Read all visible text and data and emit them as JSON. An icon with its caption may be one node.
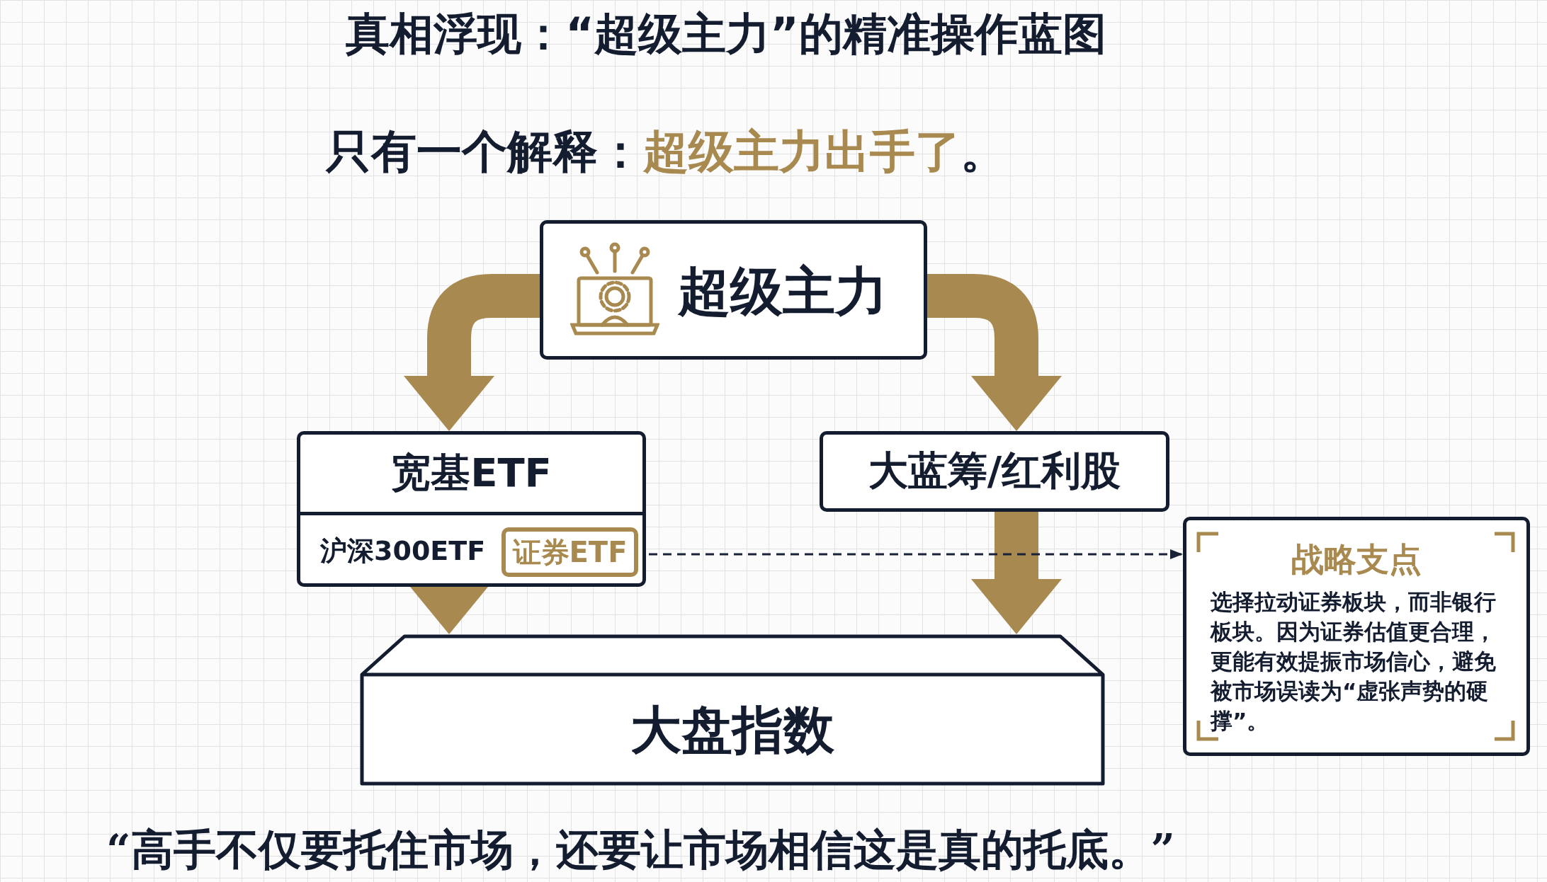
{
  "diagram": {
    "title": "真相浮现：“超级主力”的精准操作蓝图",
    "caption": "“高手不仅要托住市场，还要让市场相信这是真的托底。”",
    "nodes": [
      {
        "text": [
          "超级主力"
        ]
      },
      {
        "text": [
          "宽基ETF",
          "沪深300ETF"
        ]
      },
      {
        "text": [
          "证券ETF"
        ],
        "in": 1
      },
      {
        "text": [
          "大蓝筹/红利股"
        ]
      },
      {
        "text": [
          "大盘指数"
        ]
      },
      {
        "text": [
          "战略支点",
          "选择拉动证券板块，而非银行板块。因为证券估值更合理，更能有效提振市场信心，避免被市场误读为“虚张声势的硬撑”。"
        ]
      }
    ],
    "edges": [
      {
        "from": 0,
        "to": 1,
        "arrow": "to"
      },
      {
        "from": 0,
        "to": 3,
        "arrow": "to"
      },
      {
        "from": 1,
        "to": 4,
        "arrow": "to"
      },
      {
        "from": 3,
        "to": 4,
        "arrow": "to"
      },
      {
        "from": 2,
        "to": 5,
        "arrow": "to",
        "style": "dashed",
        "color": "#1a2238"
      }
    ],
    "labels": [
      "只有一个解释：",
      "超级主力出手了",
      "。"
    ]
  }
}
